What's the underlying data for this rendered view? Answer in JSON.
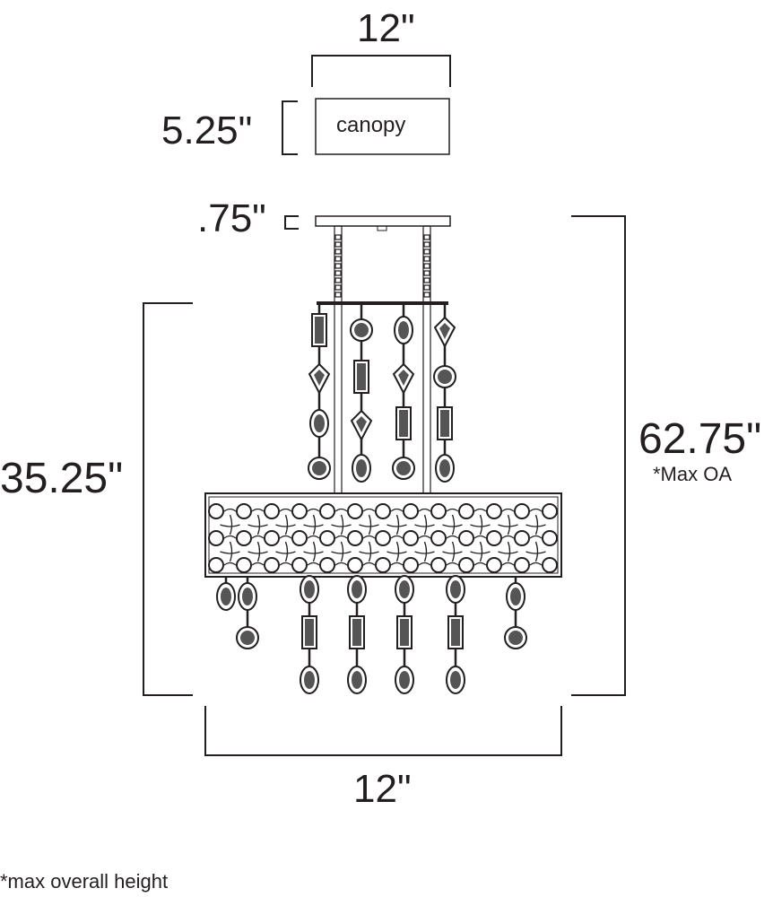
{
  "dimensions": {
    "canopy_width": "12\"",
    "canopy_height": "5.25\"",
    "canopy_label": "canopy",
    "plate_height": ".75\"",
    "overall_height": "62.75\"",
    "overall_note": "*Max OA",
    "fixture_height": "35.25\"",
    "fixture_width": "12\""
  },
  "footnote": "*max overall height",
  "colors": {
    "line": "#231f20"
  }
}
